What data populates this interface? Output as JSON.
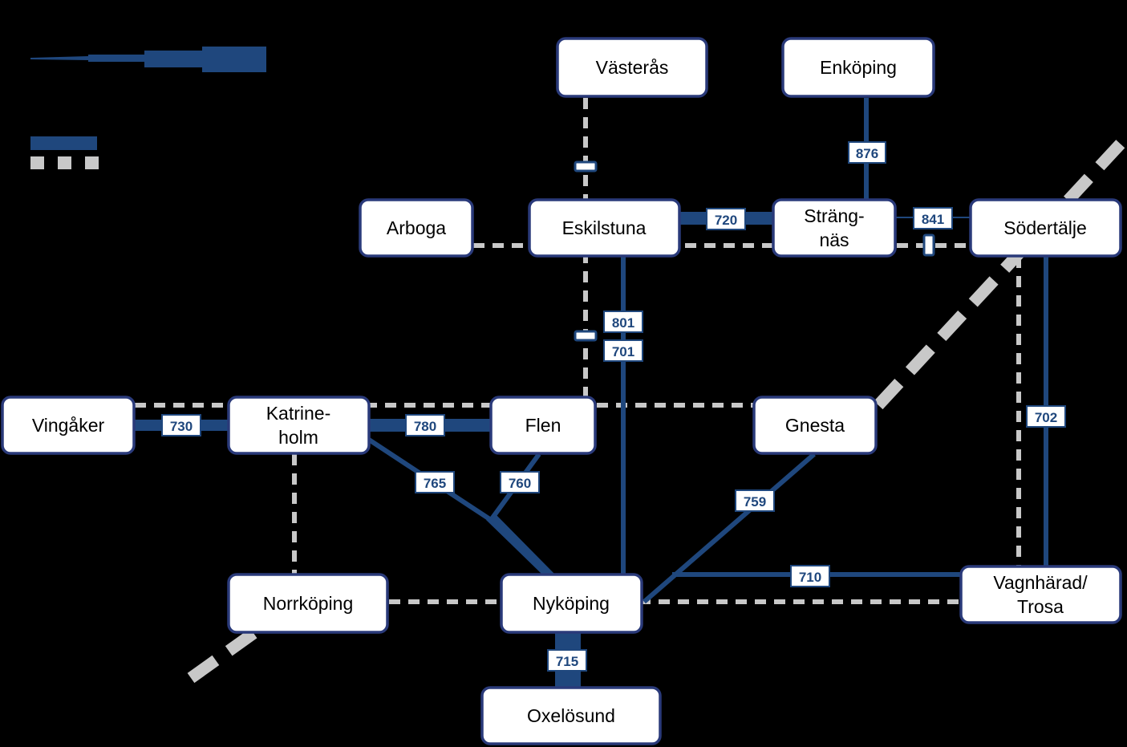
{
  "colors": {
    "bus": "#1f477d",
    "rail": "#c8c8c8",
    "background": "#000000",
    "node_fill": "#ffffff",
    "node_border": "#2a3a7a"
  },
  "nodes": {
    "vasteras": "Västerås",
    "enkoping": "Enköping",
    "arboga": "Arboga",
    "eskilstuna": "Eskilstuna",
    "strangnas_l1": "Sträng-",
    "strangnas_l2": "näs",
    "sodertalje": "Södertälje",
    "vingaker": "Vingåker",
    "katrineholm_l1": "Katrine-",
    "katrineholm_l2": "holm",
    "flen": "Flen",
    "gnesta": "Gnesta",
    "norrkoping": "Norrköping",
    "nykoping": "Nyköping",
    "vagnharad_l1": "Vagnhärad/",
    "vagnharad_l2": "Trosa",
    "oxelosund": "Oxelösund"
  },
  "routes": {
    "r876": "876",
    "r720": "720",
    "r841": "841",
    "r801": "801",
    "r701": "701",
    "r730": "730",
    "r780": "780",
    "r765": "765",
    "r760": "760",
    "r759": "759",
    "r702": "702",
    "r710": "710",
    "r715": "715"
  }
}
